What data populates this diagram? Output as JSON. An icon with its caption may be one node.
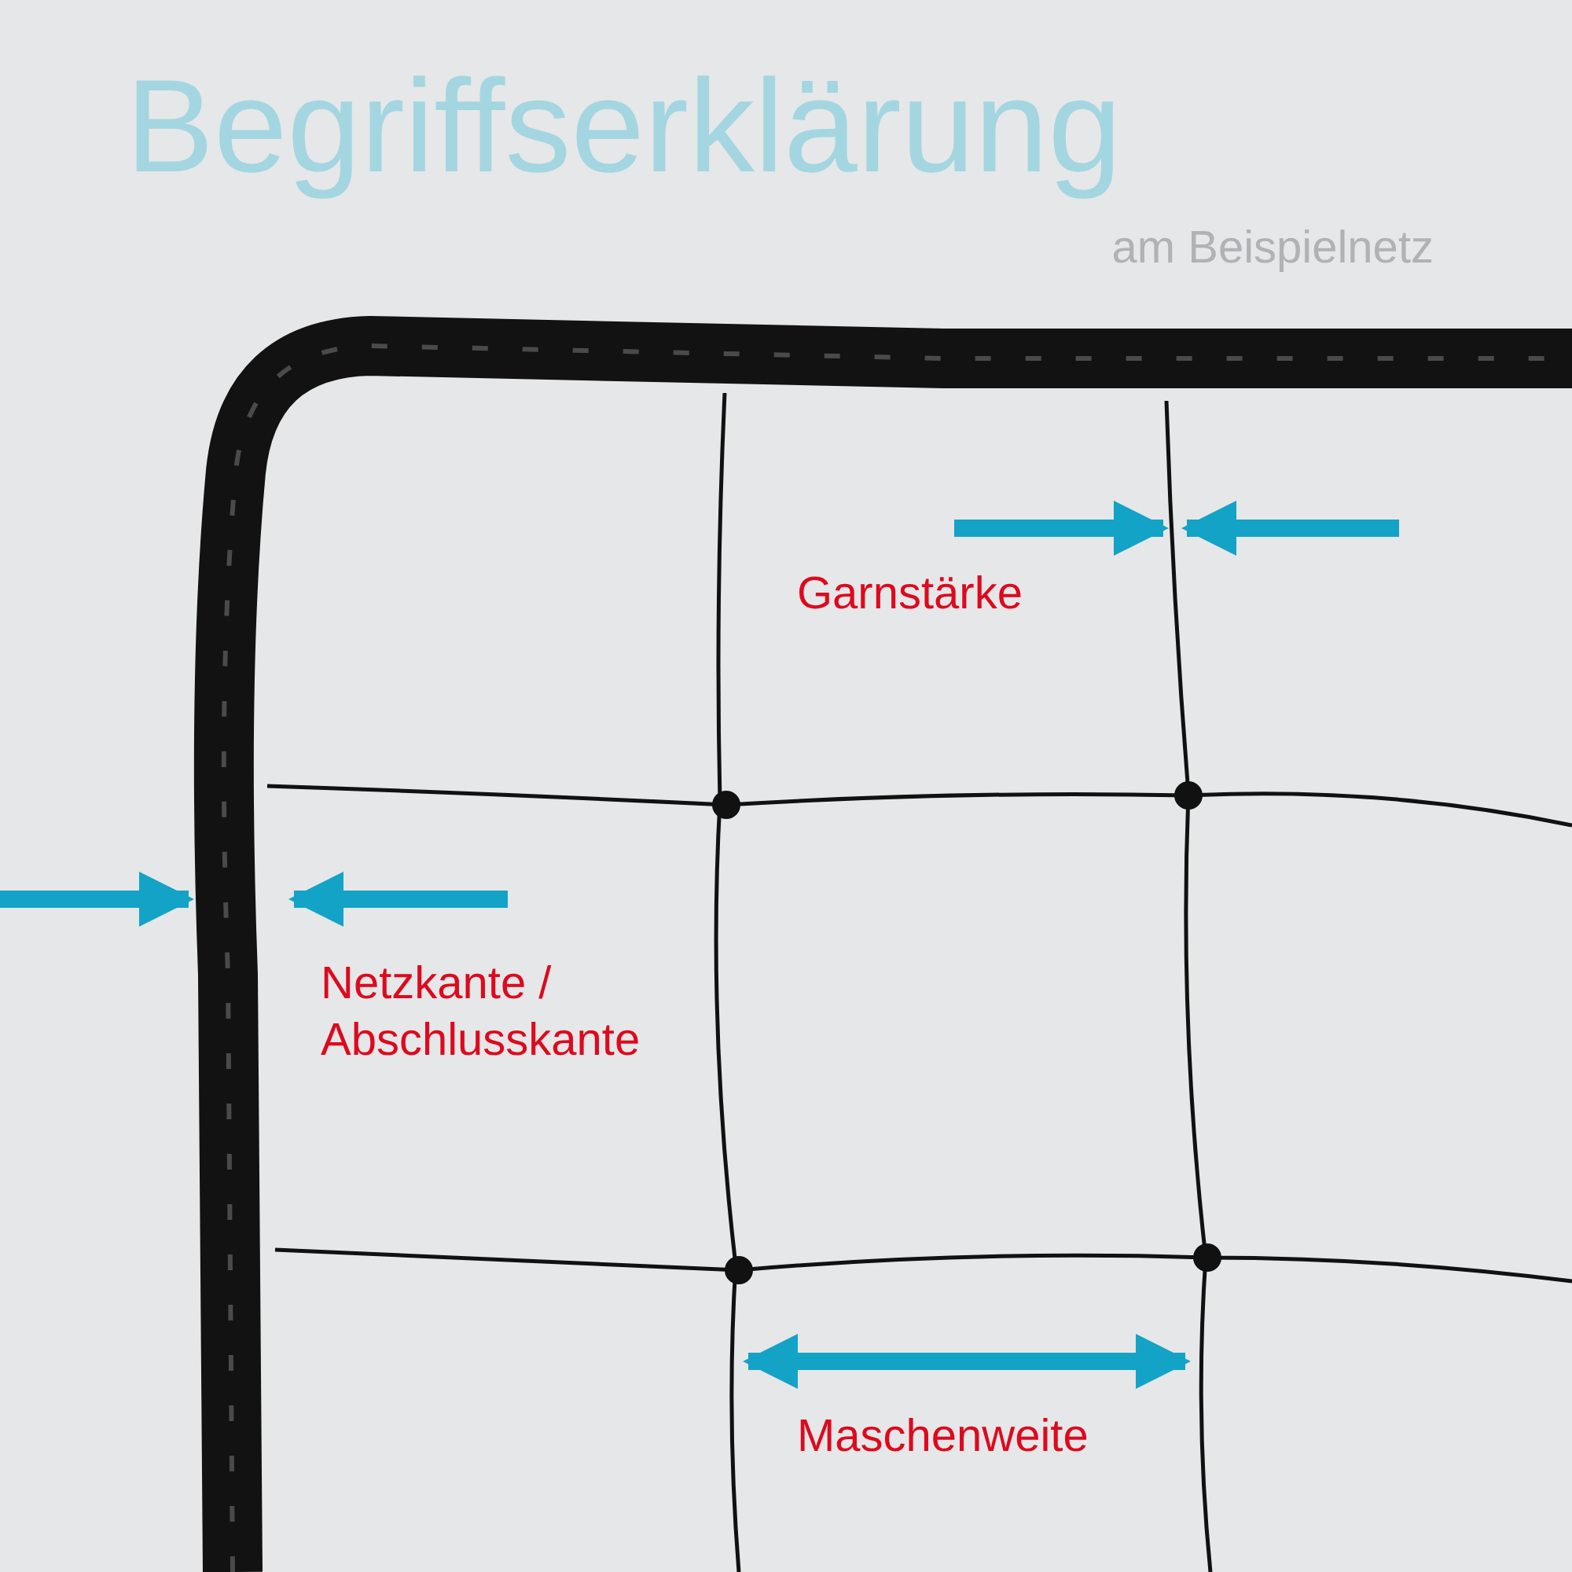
{
  "diagram": {
    "title": "Begriffserklärung",
    "labels": [
      "am Beispielnetz",
      "Garnstärke",
      "Netzkante / Abschlusskante",
      "Maschenweite"
    ]
  }
}
